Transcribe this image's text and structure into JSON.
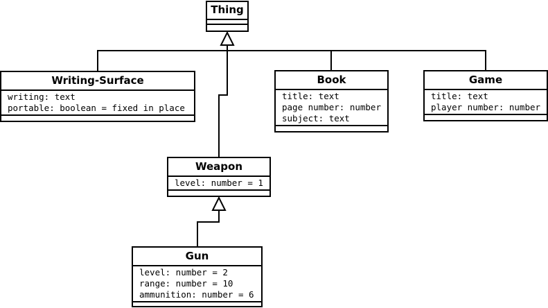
{
  "classes": {
    "thing": {
      "name": "Thing",
      "attributes": []
    },
    "writing_surface": {
      "name": "Writing-Surface",
      "attributes": [
        "writing: text",
        "portable: boolean = fixed in place"
      ]
    },
    "book": {
      "name": "Book",
      "attributes": [
        "title: text",
        "page number: number",
        "subject: text"
      ]
    },
    "game": {
      "name": "Game",
      "attributes": [
        "title: text",
        "player number: number"
      ]
    },
    "weapon": {
      "name": "Weapon",
      "attributes": [
        "level: number = 1"
      ]
    },
    "gun": {
      "name": "Gun",
      "attributes": [
        "level: number = 2",
        "range: number = 10",
        "ammunition: number = 6"
      ]
    }
  }
}
